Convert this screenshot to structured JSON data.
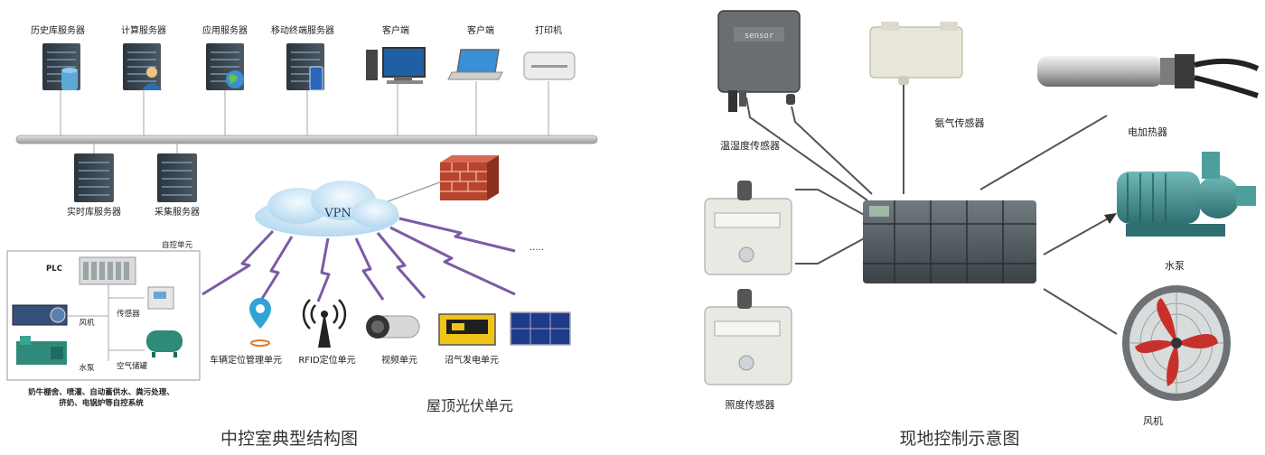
{
  "left": {
    "caption": "中控室典型结构图",
    "servers_top": [
      "历史库服务器",
      "计算服务器",
      "应用服务器",
      "移动终端服务器"
    ],
    "clients": [
      "客户端",
      "客户端",
      "打印机"
    ],
    "servers_bottom": [
      "实时库服务器",
      "采集服务器"
    ],
    "vpn": "VPN",
    "ellipsis": "·····",
    "control_box": {
      "title": "自控单元",
      "plc": "PLC",
      "fan": "风机",
      "sensor": "传感器",
      "pump": "水泵",
      "tank": "空气储罐",
      "desc_line1": "奶牛棚舍、喷灌、自动蓄供水、粪污处理、",
      "desc_line2": "挤奶、电锅炉等自控系统"
    },
    "units": [
      "车辆定位管理单元",
      "RFID定位单元",
      "视频单元",
      "沼气发电单元"
    ],
    "pv_unit": "屋顶光伏单元"
  },
  "right": {
    "caption": "现地控制示意图",
    "temp_humidity": "温湿度传感器",
    "ammonia": "氨气传感器",
    "heater": "电加热器",
    "pump": "水泵",
    "fan": "风机",
    "illuminance": "照度传感器",
    "sensor_brand": "sensor"
  },
  "colors": {
    "bus": "#bdbdbd",
    "server": "#3a4650",
    "vpn_cloud": "#cfe6f5",
    "lightning": "#7b5aa6",
    "firewall": "#b8442e",
    "pump_teal": "#3d8e8e",
    "fan_red": "#c8312b"
  }
}
